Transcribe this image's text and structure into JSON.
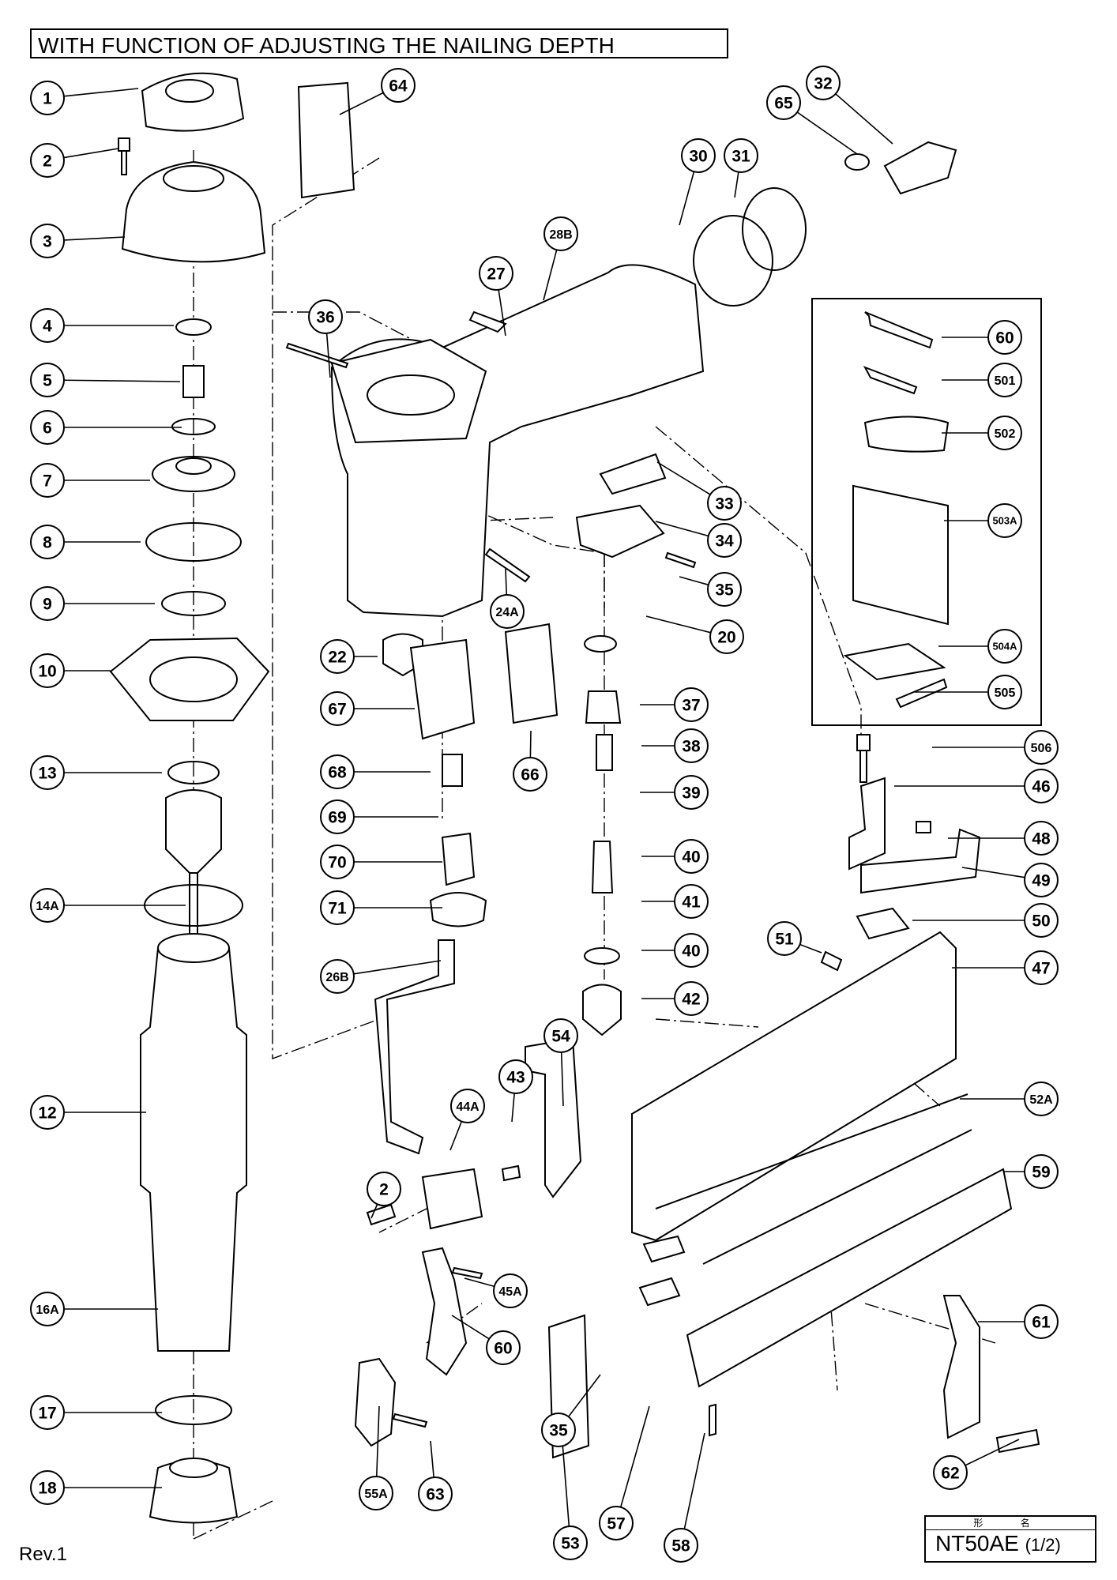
{
  "title": "WITH FUNCTION OF ADJUSTING THE NAILING DEPTH",
  "revision": "Rev.1",
  "model_box": {
    "caption": "形 名",
    "model": "NT50AE",
    "page": "(1/2)"
  },
  "part_labels": [
    "1",
    "2",
    "3",
    "4",
    "5",
    "6",
    "7",
    "8",
    "9",
    "10",
    "13",
    "14A",
    "12",
    "16A",
    "17",
    "18",
    "64",
    "36",
    "22",
    "67",
    "68",
    "69",
    "70",
    "71",
    "26B",
    "2",
    "44A",
    "24A",
    "66",
    "28B",
    "27",
    "30",
    "31",
    "65",
    "32",
    "33",
    "34",
    "35",
    "20",
    "37",
    "38",
    "39",
    "40",
    "41",
    "40",
    "42",
    "43",
    "54",
    "45A",
    "60",
    "55A",
    "63",
    "35",
    "53",
    "57",
    "58",
    "60",
    "501",
    "502",
    "503A",
    "504A",
    "505",
    "506",
    "46",
    "48",
    "49",
    "50",
    "51",
    "47",
    "52A",
    "59",
    "61",
    "62",
    "54"
  ]
}
